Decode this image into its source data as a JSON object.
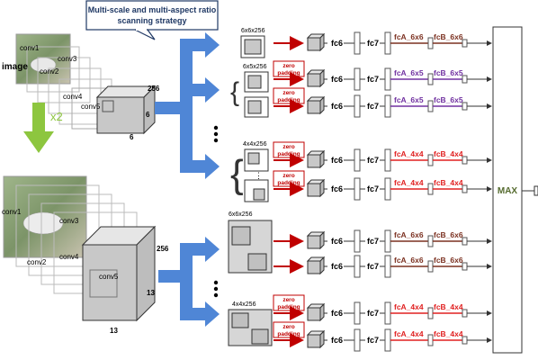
{
  "callout": {
    "line1": "Multi-scale and multi-aspect ratio",
    "line2": "scanning strategy"
  },
  "image_label": "image",
  "scale_label": "x2",
  "top_stack": {
    "layers": [
      "conv1",
      "conv2",
      "conv3",
      "conv4",
      "conv5"
    ],
    "depth": "256",
    "height": "6",
    "width": "6"
  },
  "bottom_stack": {
    "layers": [
      "conv1",
      "conv2",
      "conv3",
      "conv4",
      "conv5"
    ],
    "depth": "256",
    "height": "13",
    "width": "13"
  },
  "region_sizes": {
    "r6": "6x6x256",
    "r65": "6x5x256",
    "r4": "4x4x256"
  },
  "zero_padding": {
    "l1": "zero",
    "l2": "padding"
  },
  "fc": {
    "fc6": "fc6",
    "fc7": "fc7"
  },
  "rows": [
    {
      "fcA": "fcA_6x6",
      "fcB": "fcB_6x6",
      "color": "#7b3020"
    },
    {
      "fcA": "fcA_6x5",
      "fcB": "fcB_6x5",
      "color": "#7030a0"
    },
    {
      "fcA": "fcA_6x5",
      "fcB": "fcB_6x5",
      "color": "#7030a0"
    },
    {
      "fcA": "fcA_4x4",
      "fcB": "fcB_4x4",
      "color": "#e02020"
    },
    {
      "fcA": "fcA_4x4",
      "fcB": "fcB_4x4",
      "color": "#e02020"
    },
    {
      "fcA": "fcA_6x6",
      "fcB": "fcB_6x6",
      "color": "#7b3020"
    },
    {
      "fcA": "fcA_6x6",
      "fcB": "fcB_6x6",
      "color": "#7b3020"
    },
    {
      "fcA": "fcA_4x4",
      "fcB": "fcB_4x4",
      "color": "#e02020"
    },
    {
      "fcA": "fcA_4x4",
      "fcB": "fcB_4x4",
      "color": "#e02020"
    }
  ],
  "max_label": "MAX",
  "colors": {
    "blue_arrow": "#4f86d6",
    "green_arrow": "#8dc63f",
    "red": "#c00000",
    "max_text": "#556b2f",
    "callout_text": "#1f3864"
  }
}
